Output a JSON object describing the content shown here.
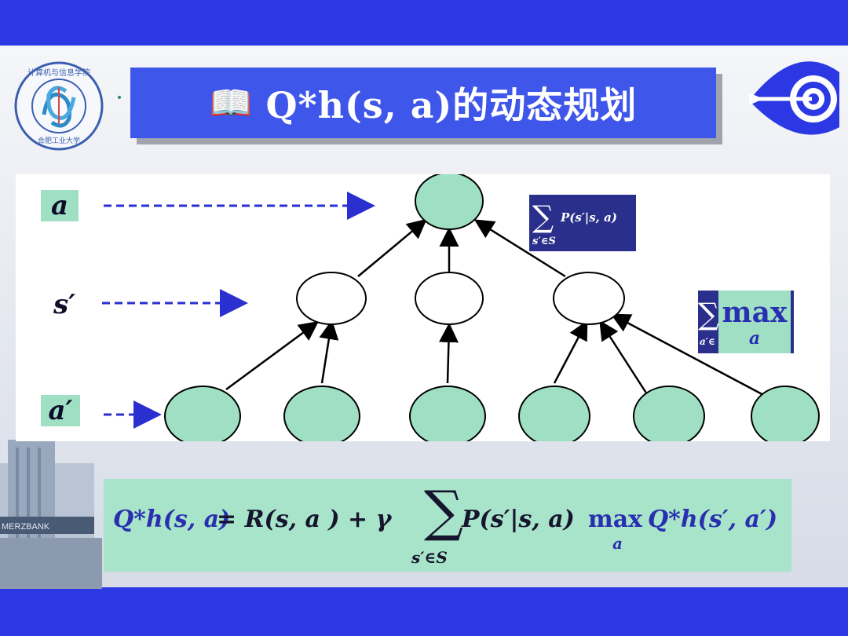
{
  "title": {
    "icon": "📖",
    "text": "Q*h(s, a)的动态规划"
  },
  "logo_left": {
    "text": "计算机与信息学院",
    "bottom_text": "合肥工业大学"
  },
  "building_sign": "MERZBANK",
  "levels": {
    "a": "a",
    "s_prime": "s′",
    "a_prime": "a′"
  },
  "sum_box": {
    "sigma": "∑",
    "expr": "P(s′|s, a)",
    "sub": "s′∈S"
  },
  "max_box": {
    "sigma": "∑",
    "sub": "a′∈",
    "word": "max",
    "word_sub": "a"
  },
  "formula": {
    "lhs": "Q*h(s, a)",
    "eq": "= R(s, a ) + γ",
    "sigma": "∑",
    "sigma_sub": "s′∈S",
    "prob": "P(s′|s, a)",
    "max": "max",
    "max_sub": "a",
    "q": "Q*h(s′, a′)"
  },
  "colors": {
    "band": "#2b38e4",
    "title_bg": "#3f56ea",
    "node_green": "#9fe0c4",
    "formula_bg": "#a8e4c9",
    "dark_box": "#2a2f8c",
    "arrow_blue": "#2a2fd0"
  }
}
